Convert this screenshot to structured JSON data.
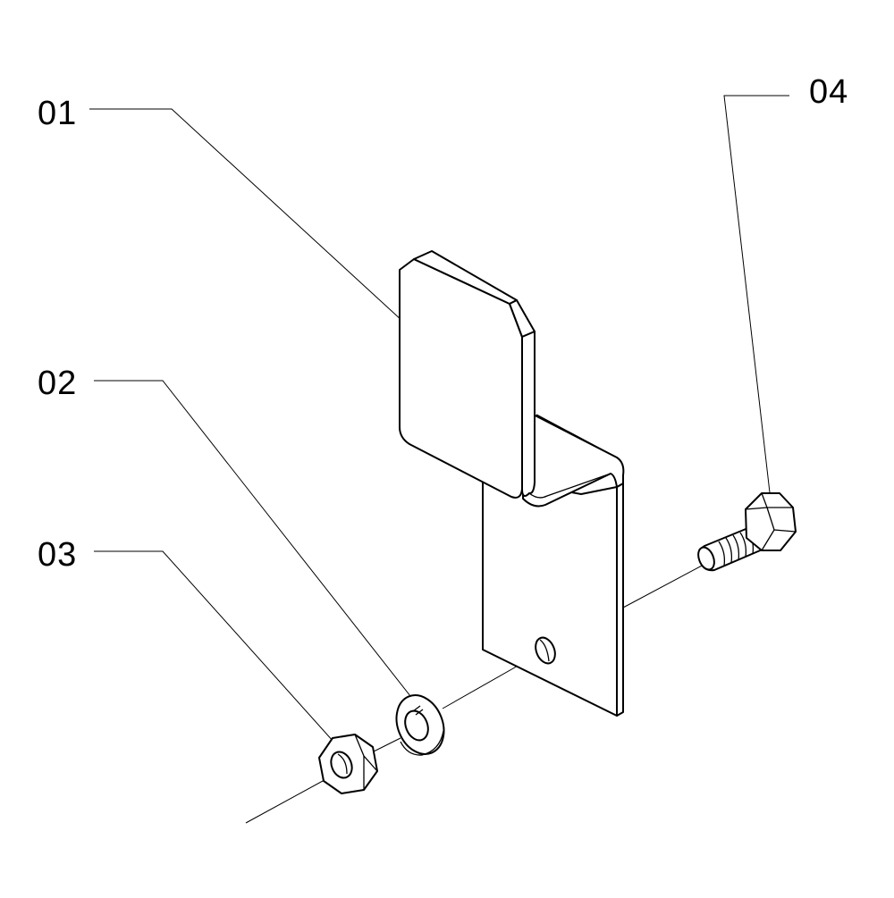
{
  "diagram": {
    "callouts": [
      {
        "id": "01",
        "label": "01"
      },
      {
        "id": "02",
        "label": "02"
      },
      {
        "id": "03",
        "label": "03"
      },
      {
        "id": "04",
        "label": "04"
      }
    ],
    "colors": {
      "line": "#000000",
      "background": "#ffffff"
    }
  }
}
